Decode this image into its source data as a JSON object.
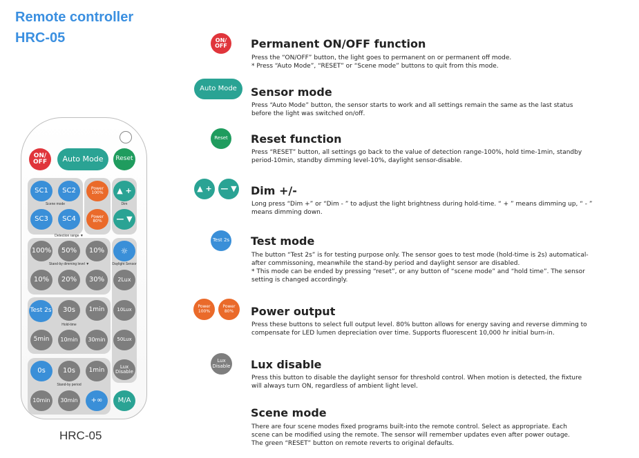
{
  "header": {
    "title_line1": "Remote controller",
    "title_line2": "HRC-05"
  },
  "remote": {
    "caption": "HRC-05",
    "top_row": {
      "on_off": "ON/ OFF",
      "auto_mode": "Auto Mode",
      "reset": "Reset"
    },
    "scene": {
      "sc1": "SC1",
      "sc2": "SC2",
      "sc3": "SC3",
      "sc4": "SC4",
      "label": "Scene mode"
    },
    "power": {
      "p100": "Power 100%",
      "p80": "Power 80%"
    },
    "dim": {
      "up": "▲ +",
      "down": "— ▼",
      "label": "Dim"
    },
    "detection": {
      "label": "Detection range ▼",
      "b100": "100%",
      "b50": "50%",
      "b10": "10%"
    },
    "daylight": {
      "label": "Daylight Sensor"
    },
    "standby_dim": {
      "label": "Stand-by dimming level ▼",
      "b10": "10%",
      "b20": "20%",
      "b30": "30%"
    },
    "lux": {
      "l2": "2Lux",
      "l10": "10Lux",
      "l50": "50Lux",
      "disable": "Lux Disable"
    },
    "hold": {
      "test": "Test 2s",
      "s30": "30s",
      "m1": "1min",
      "label": "Hold-time",
      "m5": "5min",
      "m10": "10min",
      "m30": "30min"
    },
    "standby_period": {
      "s0": "0s",
      "s10": "10s",
      "m1": "1min",
      "label": "Stand-by period",
      "m10": "10min",
      "m30": "30min",
      "inf": "+∞"
    },
    "ma": "M/A"
  },
  "sections": [
    {
      "icon": "ON/ OFF",
      "title": "Permanent ON/OFF function",
      "lines": [
        "Press the “ON/OFF” button, the light goes to permanent on or permanent off mode.",
        "* Press “Auto Mode”, “RESET” or “Scene mode” buttons to quit from this mode."
      ]
    },
    {
      "icon": "Auto Mode",
      "title": "Sensor mode",
      "lines": [
        "Press “Auto Mode” button, the sensor starts to work and all settings remain the same as the last status",
        "before the light was switched on/off."
      ]
    },
    {
      "icon": "Reset",
      "title": "Reset function",
      "lines": [
        "Press “RESET” button, all settings go back to the value of detection range-100%, hold time-1min, standby",
        "period-10min, standby dimming level-10%, daylight sensor-disable."
      ]
    },
    {
      "icon_up": "▲ +",
      "icon_down": "— ▼",
      "title": "Dim +/-",
      "lines": [
        "Long press “Dim +” or “Dim - ” to adjust the light brightness during hold-time. “ + ” means dimming up, “ - ”",
        "means dimming down."
      ]
    },
    {
      "icon": "Test 2s",
      "title": "Test mode",
      "lines": [
        "The button “Test 2s” is for testing purpose only. The sensor goes to test mode (hold-time is 2s) automatical-",
        "after commissoning, meanwhile the stand-by period and daylight sensor are disabled.",
        "* This mode can be ended by pressing “reset”, or any button of “scene mode” and “hold time”. The sensor",
        "  setting is changed accordingly."
      ]
    },
    {
      "icon_a": "Power 100%",
      "icon_b": "Power 80%",
      "title": "Power output",
      "lines": [
        "Press these buttons to select full output level. 80% button allows for energy saving and reverse dimming to",
        "compensate for LED lumen depreciation over time. Supports fluorescent 10,000 hr initial burn-in."
      ]
    },
    {
      "icon": "Lux Disable",
      "title": "Lux disable",
      "lines": [
        "Press this button to disable the daylight sensor for threshold control. When motion is detected, the fixture",
        "will always turn ON, regardless of ambient light level."
      ]
    },
    {
      "title": "Scene mode",
      "lines": [
        "There are four scene modes fixed programs built-into the remote control. Select as appropriate. Each",
        "scene can be modified using the remote. The sensor will remember updates even after power outage.",
        "The green “RESET” button on remote reverts to original defaults."
      ]
    }
  ]
}
